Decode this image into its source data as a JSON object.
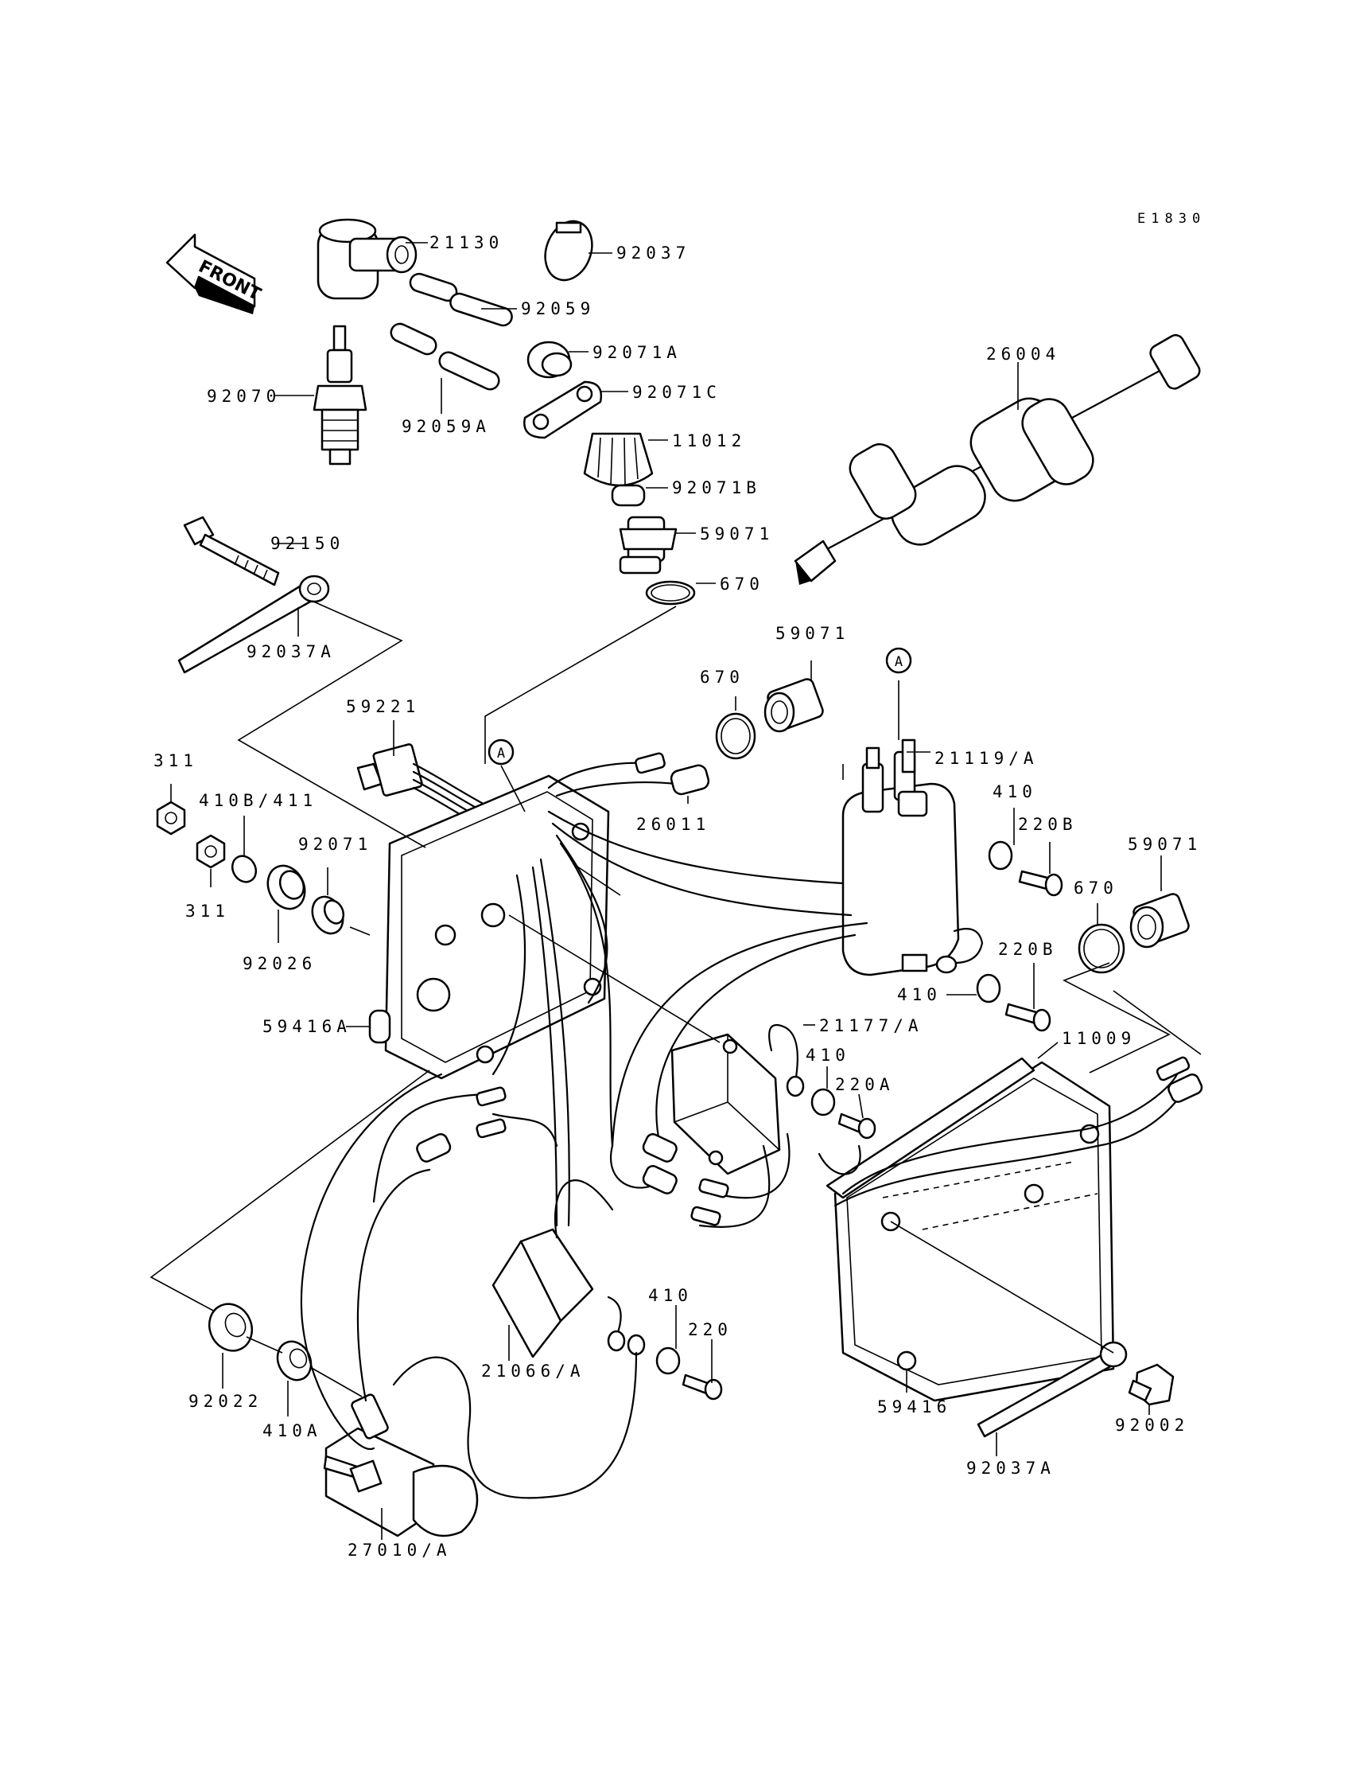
{
  "diagram_code": "E1830",
  "front_label": "FRONT",
  "callout_marker": "A",
  "part_labels": [
    "21130",
    "92037",
    "92059",
    "92070",
    "92059A",
    "92071A",
    "92071C",
    "11012",
    "92071B",
    "59071",
    "670",
    "26004",
    "92150",
    "92037A",
    "670",
    "59071",
    "59221",
    "311",
    "410B/411",
    "311",
    "92071",
    "92026",
    "26011",
    "21119/A",
    "410",
    "220B",
    "59071",
    "670",
    "59416A",
    "220B",
    "410",
    "21177/A",
    "410",
    "220A",
    "11009",
    "410",
    "220",
    "21066/A",
    "92022",
    "410A",
    "27010/A",
    "59416",
    "92037A",
    "92002"
  ]
}
